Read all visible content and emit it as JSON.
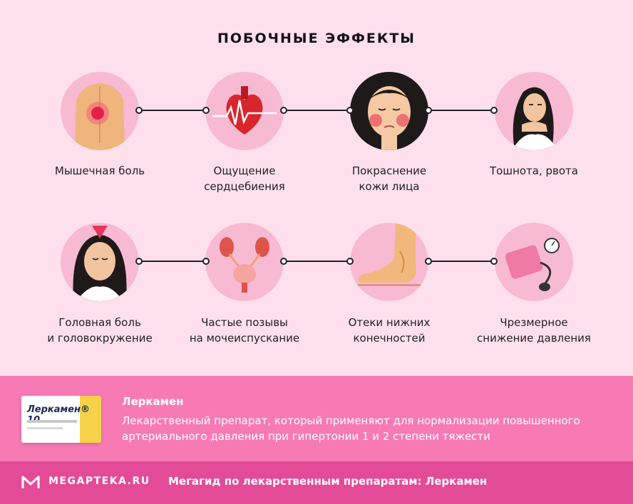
{
  "title": "ПОБОЧНЫЕ ЭФФЕКТЫ",
  "colors": {
    "background": "#fde0ec",
    "circle": "#f8b9d3",
    "banner": "#f77ab5",
    "footer": "#e34b98"
  },
  "effects_row1": [
    {
      "icon": "muscle-pain-icon",
      "line1": "Мышечная боль",
      "line2": ""
    },
    {
      "icon": "heart-palpitation-icon",
      "line1": "Ощущение",
      "line2": "сердцебиения"
    },
    {
      "icon": "face-redness-icon",
      "line1": "Покраснение",
      "line2": "кожи лица"
    },
    {
      "icon": "nausea-icon",
      "line1": "Тошнота, рвота",
      "line2": ""
    }
  ],
  "effects_row2": [
    {
      "icon": "headache-icon",
      "line1": "Головная боль",
      "line2": "и головокружение"
    },
    {
      "icon": "bladder-icon",
      "line1": "Частые позывы",
      "line2": "на мочеиспускание"
    },
    {
      "icon": "swollen-foot-icon",
      "line1": "Отеки нижних",
      "line2": "конечностей"
    },
    {
      "icon": "blood-pressure-icon",
      "line1": "Чрезмерное",
      "line2": "снижение давления"
    }
  ],
  "drug": {
    "pack_label": "Леркамен® 10",
    "name": "Леркамен",
    "description": "Лекарственный препарат, который применяют для нормализации повышенного артериального давления при гипертонии 1 и 2 степени тяжести"
  },
  "footer": {
    "logo": "MEGAPTEKA.RU",
    "text": "Мегагид по лекарственным препаратам: Леркамен"
  }
}
